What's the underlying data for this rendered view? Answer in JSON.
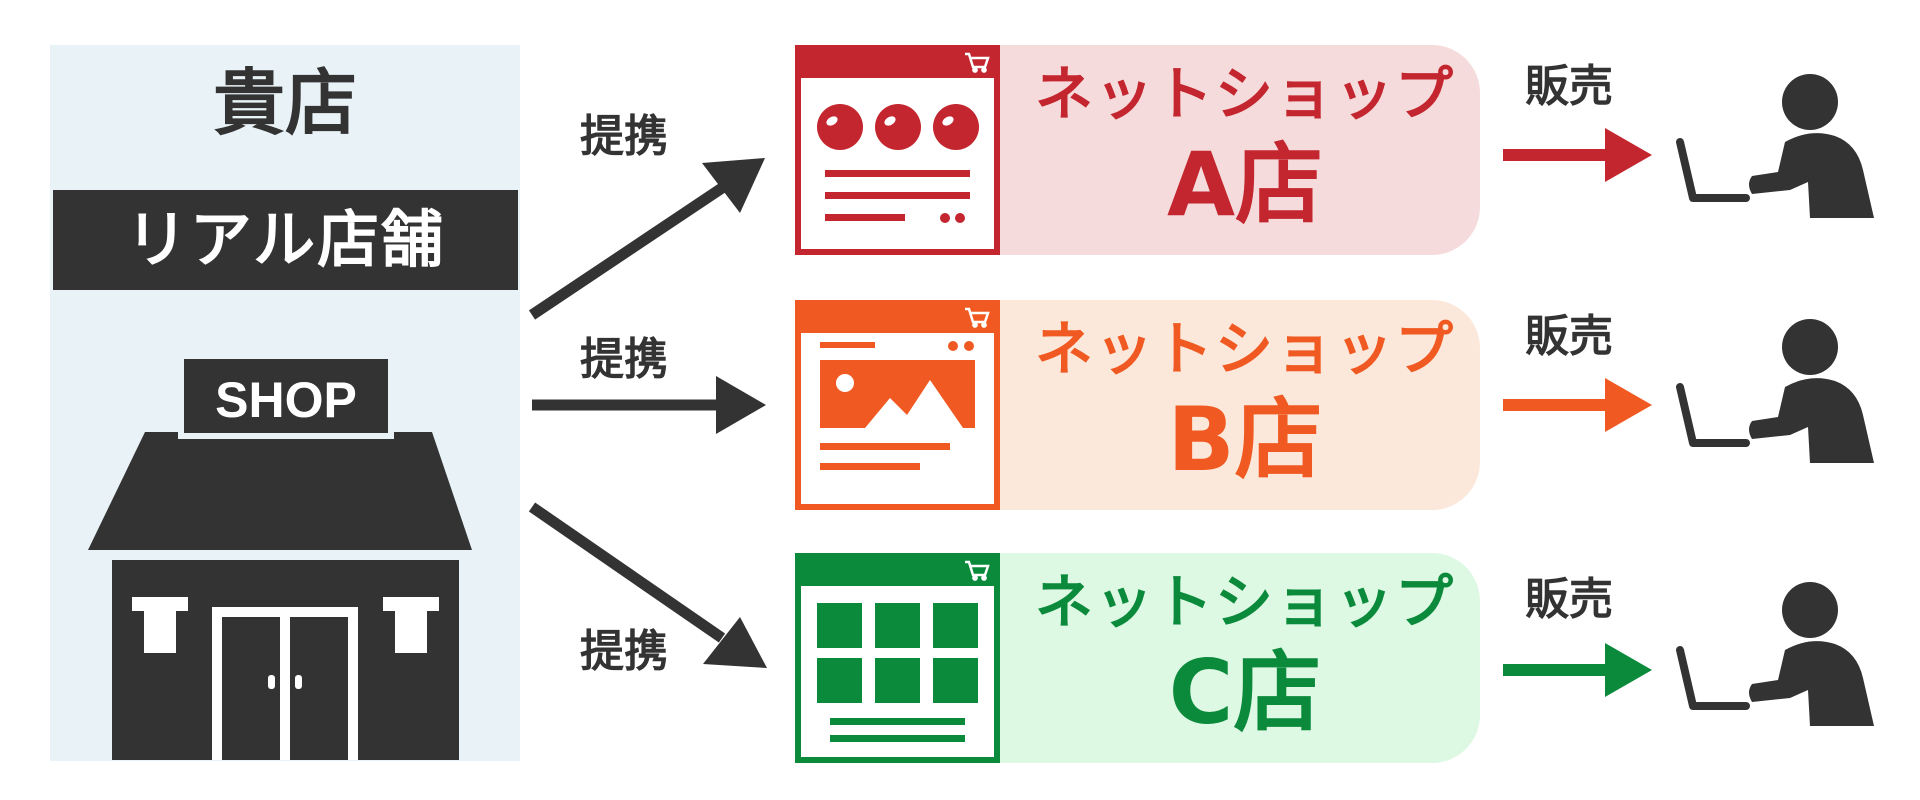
{
  "store": {
    "title": "貴店",
    "subtitle": "リアル店舗",
    "sign": "SHOP",
    "panel_color": "#e9f2f6",
    "dark_color": "#333333"
  },
  "partnership_label": "提携",
  "sale_label": "販売",
  "shops": [
    {
      "name": "ネットショップ",
      "store": "A店",
      "accent": "#c3262e",
      "background": "#f6dbdc",
      "icon": "browser-dots-icon"
    },
    {
      "name": "ネットショップ",
      "store": "B店",
      "accent": "#f05a22",
      "background": "#fbe8da",
      "icon": "browser-image-icon"
    },
    {
      "name": "ネットショップ",
      "store": "C店",
      "accent": "#0b8a3b",
      "background": "#ddf8e3",
      "icon": "browser-grid-icon"
    }
  ],
  "customer_icon": "person-laptop-icon"
}
